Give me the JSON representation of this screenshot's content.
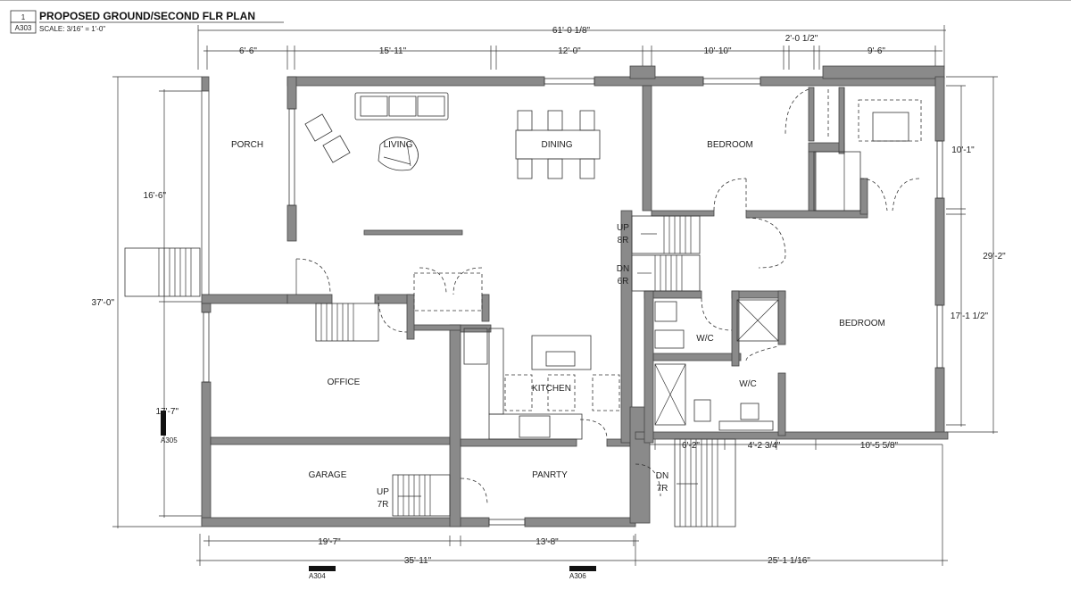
{
  "title": {
    "number": "1",
    "sheet": "A303",
    "name": "PROPOSED GROUND/SECOND FLR PLAN",
    "scale": "SCALE:  3/16\" = 1'-0\""
  },
  "rooms": {
    "porch": "PORCH",
    "living": "LIVING",
    "dining": "DINING",
    "bedroom_1": "BEDROOM",
    "bedroom_2": "BEDROOM",
    "office": "OFFICE",
    "kitchen": "KITCHEN",
    "garage": "GARAGE",
    "pantry": "PANRTY",
    "wc_1": "W/C",
    "wc_2": "W/C"
  },
  "stairs": {
    "up_8r_a": "UP",
    "up_8r_b": "8R",
    "dn_6r_a": "DN",
    "dn_6r_b": "6R",
    "up_7r_a": "UP",
    "up_7r_b": "7R",
    "dn_7r_a": "DN",
    "dn_7r_b": "7R"
  },
  "dimensions": {
    "top_overall": "61'-0 1/8\"",
    "top_1": "6'-6\"",
    "top_2": "15'-11\"",
    "top_3": "12'-0\"",
    "top_4": "10'-10\"",
    "top_5": "2'-0 1/2\"",
    "top_6": "9'-6\"",
    "left_overall": "37'-0\"",
    "left_1": "16'-6\"",
    "left_2": "17'-7\"",
    "right_overall": "29'-2\"",
    "right_1": "10'-1\"",
    "right_2": "17'-1 1/2\"",
    "bottom_1": "19'-7\"",
    "bottom_2": "13'-8\"",
    "bottom_overall_left": "35'-11\"",
    "bottom_overall_right": "25'-1 1/16\"",
    "inner_1": "6'-2\"",
    "inner_2": "4'-2 3/4\"",
    "inner_3": "10'-5 5/8\""
  },
  "section_marks": {
    "a304": "A304",
    "a305": "A305",
    "a306": "A306"
  }
}
